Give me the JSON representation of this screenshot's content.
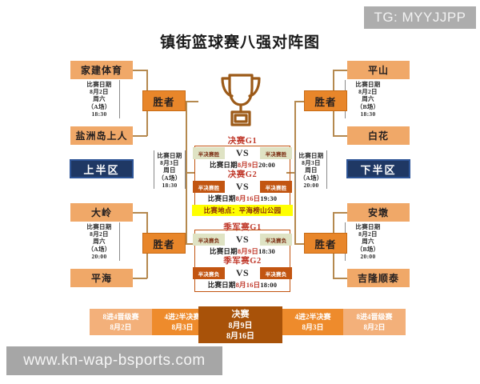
{
  "watermarks": {
    "telegram": "TG: MYYJJPP",
    "site": "www.kn-wap-bsports.com"
  },
  "title": "镇街篮球赛八强对阵图",
  "icons": {
    "trophy": "trophy-icon"
  },
  "left_bracket": {
    "region_label": "上半区",
    "quarterfinals": [
      {
        "top_team": "家建体育",
        "bottom_team": "盐洲岛上人",
        "winner_label": "胜者",
        "detail": [
          "比赛日期",
          "8月2日",
          "周六",
          "（A场）",
          "18:30"
        ]
      },
      {
        "top_team": "大岭",
        "bottom_team": "平海",
        "winner_label": "胜者",
        "detail": [
          "比赛日期",
          "8月2日",
          "周六",
          "（A场）",
          "20:00"
        ]
      }
    ],
    "semifinal_detail": [
      "比赛日期",
      "8月3日",
      "周日",
      "（A场）",
      "18:30"
    ]
  },
  "right_bracket": {
    "region_label": "下半区",
    "quarterfinals": [
      {
        "top_team": "平山",
        "bottom_team": "白花",
        "winner_label": "胜者",
        "detail": [
          "比赛日期",
          "8月2日",
          "周六",
          "（B场）",
          "18:30"
        ]
      },
      {
        "top_team": "安墩",
        "bottom_team": "吉隆顺泰",
        "winner_label": "胜者",
        "detail": [
          "比赛日期",
          "8月2日",
          "周六",
          "（B场）",
          "20:00"
        ]
      }
    ],
    "semifinal_detail": [
      "比赛日期",
      "8月3日",
      "周日",
      "（A场）",
      "20:00"
    ]
  },
  "center": {
    "final": {
      "g1_title": "决赛G1",
      "g1_left_slot": "半决赛胜",
      "g1_right_slot": "半决赛胜",
      "g1_vs": "VS",
      "g1_date_prefix": "比赛日期",
      "g1_date": "8月9日",
      "g1_time": "20:00",
      "g2_title": "决赛G2",
      "g2_left_slot": "半决赛胜",
      "g2_right_slot": "半决赛胜",
      "g2_vs": "VS",
      "g2_date_prefix": "比赛日期",
      "g2_date": "8月16日",
      "g2_time": "19:30"
    },
    "venue": "比赛地点：平海榜山公园",
    "third_place": {
      "g1_title": "季军赛G1",
      "g1_left_slot": "半决赛负",
      "g1_right_slot": "半决赛负",
      "g1_vs": "VS",
      "g1_date_prefix": "比赛日期",
      "g1_date": "8月9日",
      "g1_time": "18:30",
      "g2_title": "季军赛G2",
      "g2_left_slot": "半决赛负",
      "g2_right_slot": "半决赛负",
      "g2_vs": "VS",
      "g2_date_prefix": "比赛日期",
      "g2_date": "8月16日",
      "g2_time": "18:00"
    }
  },
  "timeline": [
    {
      "stage": "8进4晋级赛",
      "date": "8月2日",
      "date2": ""
    },
    {
      "stage": "4进2半决赛",
      "date": "8月3日",
      "date2": ""
    },
    {
      "stage": "决赛",
      "date": "8月9日",
      "date2": "8月16日"
    },
    {
      "stage": "4进2半决赛",
      "date": "8月3日",
      "date2": ""
    },
    {
      "stage": "8进4晋级赛",
      "date": "8月2日",
      "date2": ""
    }
  ],
  "colors": {
    "team_box": "#f0a868",
    "winner_box": "#e8862a",
    "region_box": "#1f3864",
    "accent_red": "#c0392b",
    "venue_yellow": "#ffff00",
    "line": "#b5894f",
    "timeline_light": "#f3b07a",
    "timeline_mid": "#ee8b2c",
    "timeline_dark": "#a85209"
  }
}
